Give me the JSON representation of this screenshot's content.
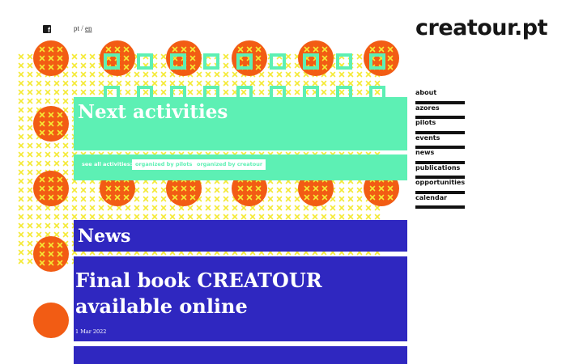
{
  "header": {
    "social_icon": "facebook-icon",
    "lang_pt": "pt",
    "lang_sep": " / ",
    "lang_en": "en",
    "logo": "creatour.pt"
  },
  "nav": {
    "items": [
      {
        "label": "about"
      },
      {
        "label": "azores"
      },
      {
        "label": "pilots"
      },
      {
        "label": "events"
      },
      {
        "label": "news"
      },
      {
        "label": "publications"
      },
      {
        "label": "opportunities"
      },
      {
        "label": "calendar"
      }
    ]
  },
  "activities": {
    "title": "Next activities",
    "see_all_label": "see all activities:",
    "filter_pilots": "organized by pilots",
    "filter_creatour": "organized by creatour"
  },
  "news": {
    "title": "News",
    "items": [
      {
        "title": "Final book CREATOUR available online",
        "date": "1 Mar 2022"
      }
    ]
  },
  "colors": {
    "accent_green": "#5df0b4",
    "accent_blue": "#2f27c0",
    "circle_orange": "#f25c14",
    "cross_yellow": "#f5ea35",
    "square_green": "#5df0b4"
  }
}
